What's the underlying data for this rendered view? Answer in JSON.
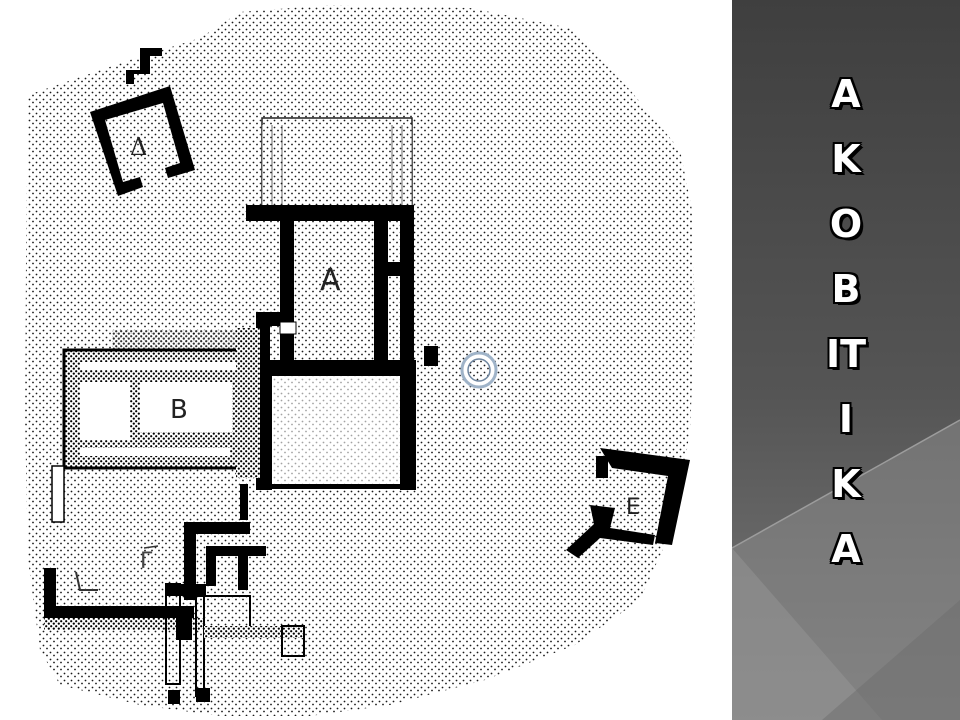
{
  "slide": {
    "title_letters": [
      "A",
      "K",
      "O",
      "B",
      "IT",
      "I",
      "K",
      "A"
    ],
    "panel_color": "#4a4a4a"
  },
  "plan": {
    "building_labels": {
      "delta": "Δ",
      "alpha": "A",
      "beta": "B",
      "epsilon": "E",
      "gamma": "Γ"
    },
    "marker_icon": "circle-target-icon",
    "stipple_color": "#1a1a1a",
    "wall_color": "#000000"
  }
}
